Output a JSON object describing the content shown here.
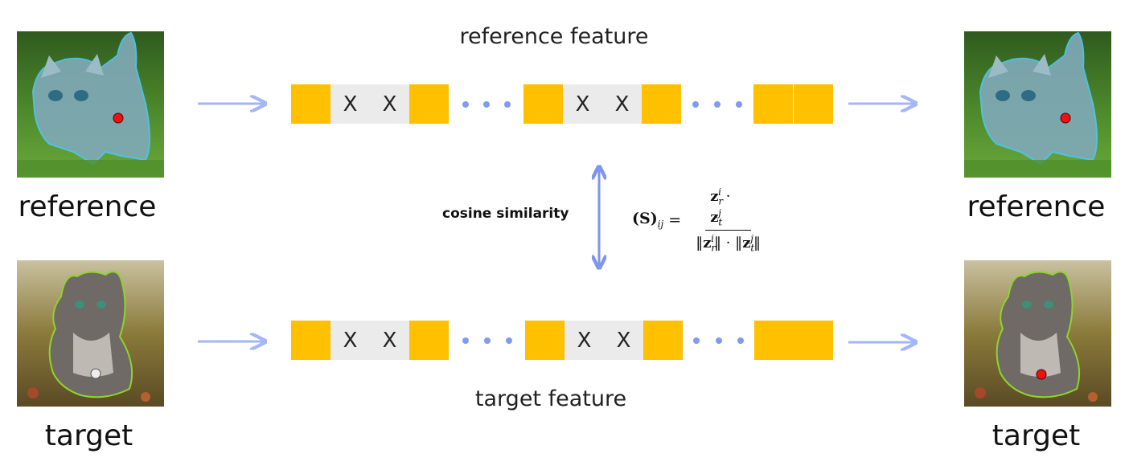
{
  "titles": {
    "reference_feature": "reference feature",
    "target_feature": "target feature"
  },
  "images": {
    "left_reference_caption": "reference",
    "left_target_caption": "target",
    "right_reference_caption": "reference",
    "right_target_caption": "target"
  },
  "strips": {
    "reference": {
      "cells": [
        "",
        "X",
        "X",
        "",
        "…",
        "",
        "X",
        "X",
        "",
        "…",
        "",
        ""
      ]
    },
    "target": {
      "cells": [
        "",
        "X",
        "X",
        "",
        "…",
        "",
        "X",
        "X",
        "",
        "…",
        "",
        ""
      ]
    },
    "x_label": "X"
  },
  "similarity": {
    "label": "cosine similarity",
    "formula_lhs": "(S)",
    "formula_lhs_sub": "ij",
    "formula_eq": "=",
    "numerator": "z_r^i · z_t^j",
    "denominator": "‖z_r^i‖ · ‖z_t^j‖"
  },
  "colors": {
    "feature_cell": "#ffc000",
    "masked_cell": "#ebebeb",
    "arrow": "#a4b6f5",
    "double_arrow": "#7f95ee",
    "reference_mask_outline": "#4fc6f0",
    "target_mask_outline": "#8fd42a",
    "reference_point": "#ee1111",
    "target_point_input": "#eeeeee",
    "target_point_output": "#ee1111"
  }
}
